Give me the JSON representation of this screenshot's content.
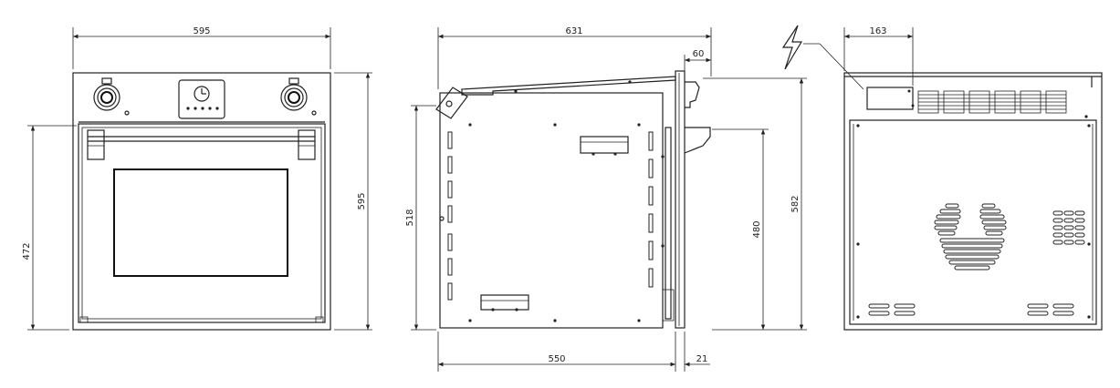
{
  "views": {
    "front": {
      "dims": {
        "width": "595",
        "height": "595",
        "door_height": "472"
      }
    },
    "side": {
      "dims": {
        "depth": "631",
        "front_panel": "60",
        "body_depth": "550",
        "door_thickness": "21",
        "height_518": "518",
        "height_480": "480",
        "height_582": "582"
      }
    },
    "back": {
      "dims": {
        "terminal_offset": "163"
      }
    }
  },
  "colors": {
    "line": "#222222",
    "background": "#ffffff"
  },
  "icons": {
    "electrical": "lightning-bolt-icon"
  }
}
